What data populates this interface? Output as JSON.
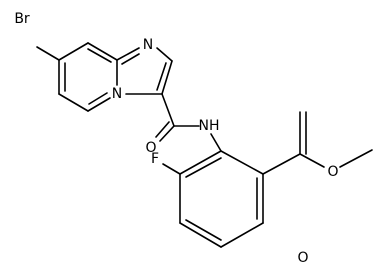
{
  "atoms": {
    "bromine": "Br",
    "imidazole_nitrogen": "N",
    "bridgehead_nitrogen": "N",
    "carbonyl_oxygen_amide": "O",
    "amide_nh": "NH",
    "fluorine": "F",
    "carbonyl_oxygen_ester": "O",
    "ester_oxygen": "O"
  },
  "colors": {
    "ink": "#000000",
    "background": "#ffffff"
  }
}
